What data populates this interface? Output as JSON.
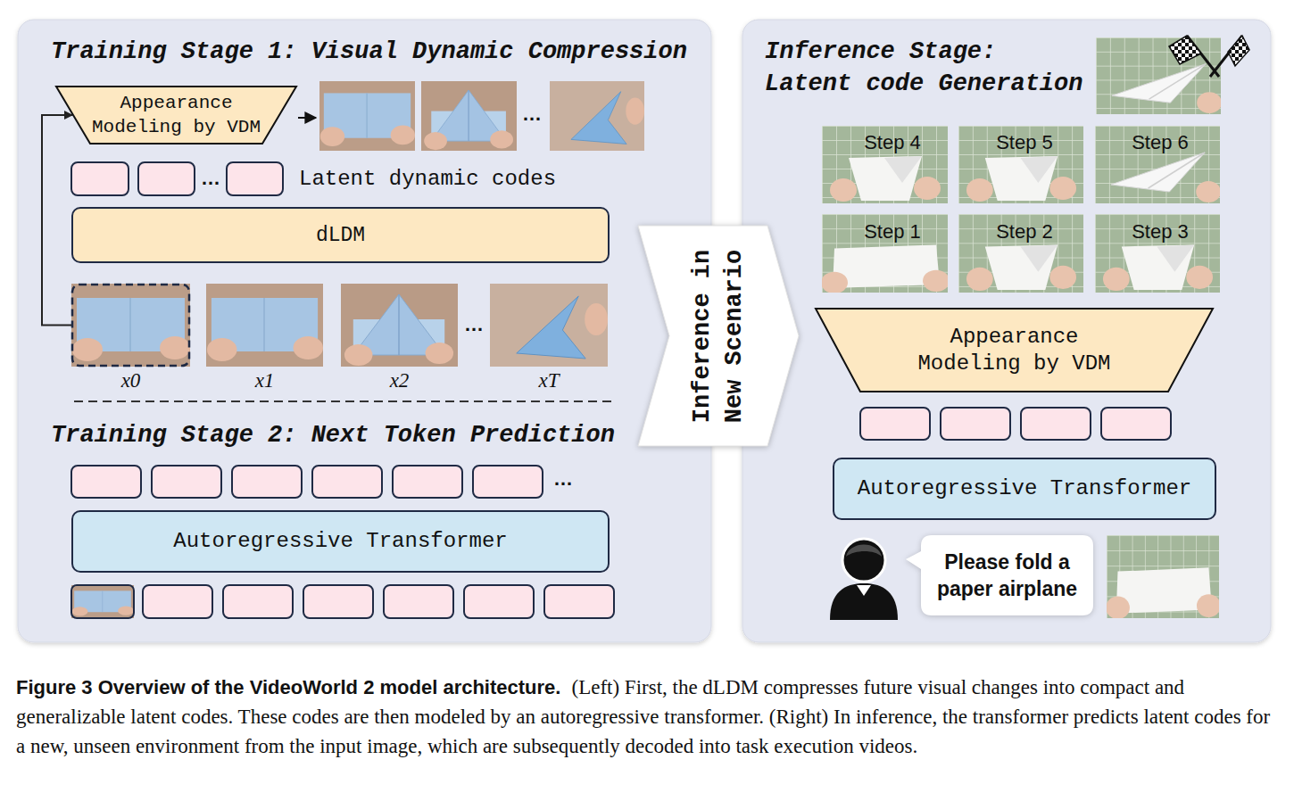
{
  "diagram": {
    "title": "Figure 3 Overview of the VideoWorld 2 model architecture.",
    "caption": "(Left) First, the dLDM compresses future visual changes into compact and generalizable latent codes. These codes are then modeled by an autoregressive transformer. (Right) In inference, the transformer predicts latent codes for a new, unseen environment from the input image, which are subsequently decoded into task execution videos.",
    "nodes": [
      {
        "text": [
          "Training Stage 1: Visual Dynamic Compression",
          "Training Stage 2: Next Token Prediction"
        ]
      },
      {
        "text": [
          "Appearance Modeling by VDM"
        ],
        "in": 0
      },
      {
        "text": [
          "dLDM"
        ],
        "in": 0
      },
      {
        "text": [
          "x0"
        ],
        "in": 0
      },
      {
        "text": [
          "x1"
        ],
        "in": 0
      },
      {
        "text": [
          "x2"
        ],
        "in": 0
      },
      {
        "text": [
          "xT"
        ],
        "in": 0
      },
      {
        "text": [
          "Autoregressive Transformer"
        ],
        "in": 0
      },
      {
        "text": [
          "Inference in New Scenario"
        ]
      },
      {
        "text": [
          "Inference Stage: Latent code Generation"
        ]
      },
      {
        "text": [
          "Appearance Modeling by VDM"
        ],
        "in": 9
      },
      {
        "text": [
          "Autoregressive Transformer"
        ],
        "in": 9
      },
      {
        "text": [
          "Please fold a paper airplane"
        ],
        "in": 9
      }
    ],
    "edges": [
      {
        "from": 3,
        "to": 1,
        "arrow": "to"
      }
    ],
    "labels": [
      "…",
      "…",
      "Latent dynamic codes",
      "…",
      "…",
      "Step 4",
      "Step 5",
      "Step 6",
      "Step 1",
      "Step 2",
      "Step 3"
    ]
  }
}
